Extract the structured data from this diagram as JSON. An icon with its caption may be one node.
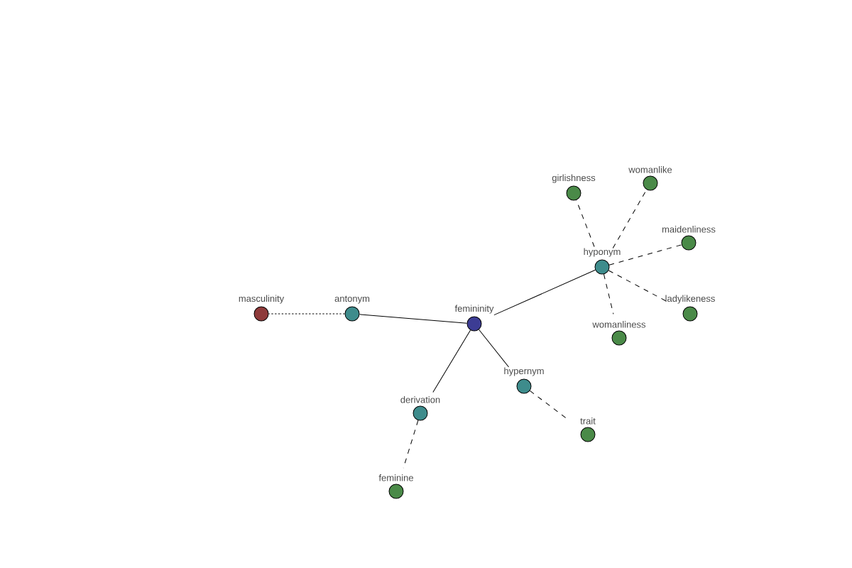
{
  "diagram": {
    "nodes": [
      {
        "text": [
          "femininity"
        ]
      },
      {
        "text": [
          "masculinity"
        ]
      },
      {
        "text": [
          "antonym"
        ]
      },
      {
        "text": [
          "hyponym"
        ]
      },
      {
        "text": [
          "girlishness"
        ]
      },
      {
        "text": [
          "womanlike"
        ]
      },
      {
        "text": [
          "maidenliness"
        ]
      },
      {
        "text": [
          "ladylikeness"
        ]
      },
      {
        "text": [
          "womanliness"
        ]
      },
      {
        "text": [
          "hypernym"
        ]
      },
      {
        "text": [
          "trait"
        ]
      },
      {
        "text": [
          "derivation"
        ]
      },
      {
        "text": [
          "feminine"
        ]
      }
    ],
    "edges": [
      {
        "from": 0,
        "to": 2,
        "arrow": "none"
      },
      {
        "from": 2,
        "to": 1,
        "arrow": "none",
        "style": "dashed"
      },
      {
        "from": 0,
        "to": 3,
        "arrow": "none"
      },
      {
        "from": 3,
        "to": 4,
        "arrow": "none",
        "style": "dashed"
      },
      {
        "from": 3,
        "to": 5,
        "arrow": "none",
        "style": "dashed"
      },
      {
        "from": 3,
        "to": 6,
        "arrow": "none",
        "style": "dashed"
      },
      {
        "from": 3,
        "to": 7,
        "arrow": "none",
        "style": "dashed"
      },
      {
        "from": 3,
        "to": 8,
        "arrow": "none",
        "style": "dashed"
      },
      {
        "from": 0,
        "to": 9,
        "arrow": "none"
      },
      {
        "from": 9,
        "to": 10,
        "arrow": "none",
        "style": "dashed"
      },
      {
        "from": 0,
        "to": 11,
        "arrow": "none"
      },
      {
        "from": 11,
        "to": 12,
        "arrow": "none",
        "style": "dashed"
      }
    ]
  }
}
